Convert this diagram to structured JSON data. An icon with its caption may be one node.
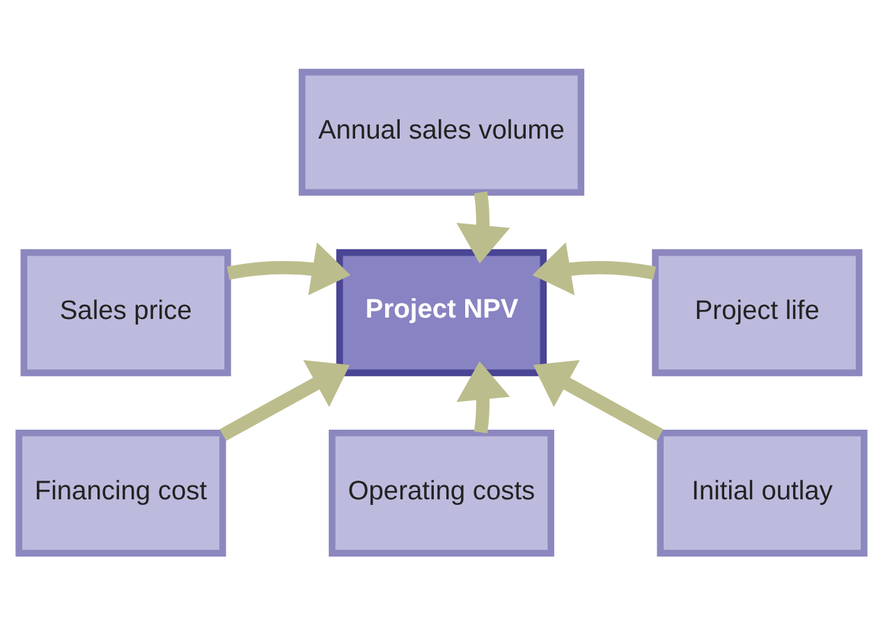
{
  "diagram": {
    "nodes": [
      {
        "text": [
          "Annual sales volume"
        ]
      },
      {
        "text": [
          "Sales price"
        ]
      },
      {
        "text": [
          "Project NPV"
        ]
      },
      {
        "text": [
          "Project life"
        ]
      },
      {
        "text": [
          "Financing cost"
        ]
      },
      {
        "text": [
          "Initial outlay"
        ]
      },
      {
        "text": [
          "Operating costs"
        ]
      }
    ],
    "edges": [
      {
        "from": 0,
        "to": 2,
        "arrow": "to"
      },
      {
        "from": 1,
        "to": 2,
        "arrow": "to"
      },
      {
        "from": 3,
        "to": 2,
        "arrow": "to"
      },
      {
        "from": 4,
        "to": 2,
        "arrow": "to"
      },
      {
        "from": 5,
        "to": 2,
        "arrow": "to"
      },
      {
        "from": 6,
        "to": 2,
        "arrow": "to"
      }
    ]
  }
}
